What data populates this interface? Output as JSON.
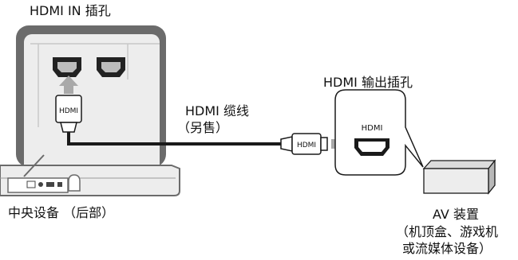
{
  "labels": {
    "hdmi_in_port": "HDMI IN 插孔",
    "hdmi_cable": "HDMI 缆线",
    "sold_separately": "（另售）",
    "hdmi_out_port": "HDMI 输出插孔",
    "main_unit_rear": "中央设备 （后部）",
    "av_device": "AV 装置",
    "av_examples_line1": "（机顶盒、游戏机",
    "av_examples_line2": "或流媒体设备）"
  },
  "plug_text": {
    "vertical_plug": "HDMI",
    "horizontal_plug": "HDMI",
    "device_port": "HDMI"
  },
  "colors": {
    "frame_gray": "#6b6b6b",
    "panel_light": "#ededed",
    "arrow_gray": "#a9a9a9",
    "cable_black": "#1a1a1a"
  }
}
